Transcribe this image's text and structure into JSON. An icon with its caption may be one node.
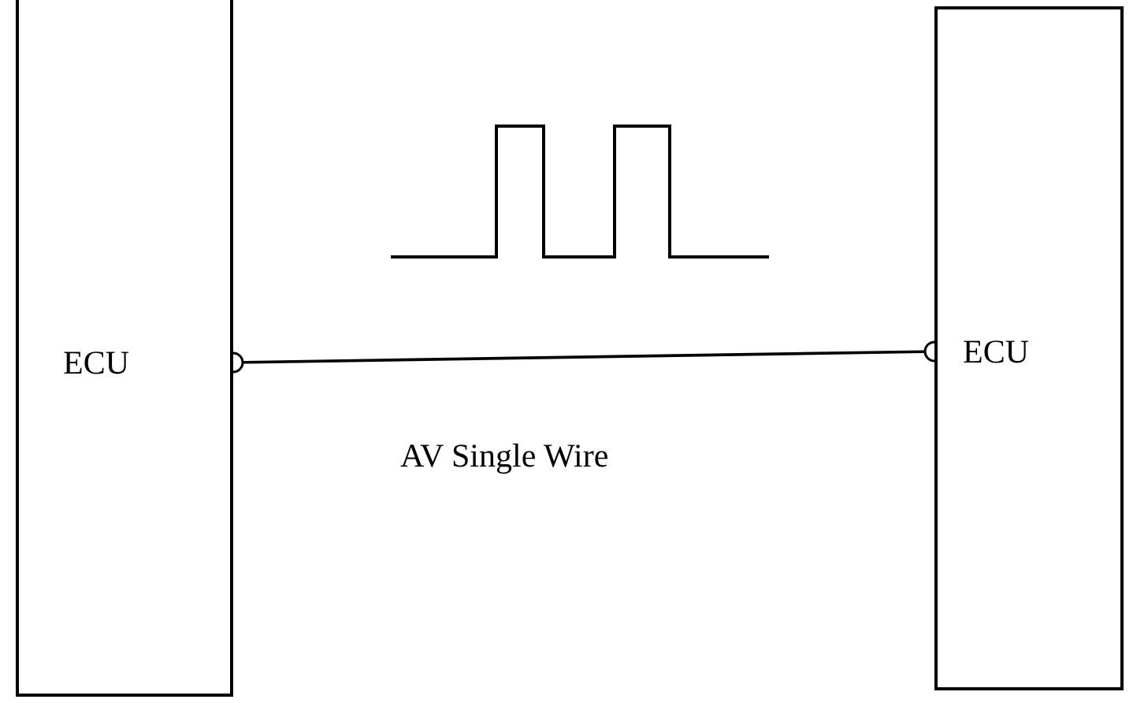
{
  "diagram": {
    "nodes": [
      {
        "text": [
          "ECU"
        ]
      },
      {
        "text": [
          "ECU"
        ]
      }
    ],
    "edges": [
      {
        "from": 0,
        "to": 1,
        "arrow": "other",
        "label": "AV Single Wire"
      }
    ]
  }
}
